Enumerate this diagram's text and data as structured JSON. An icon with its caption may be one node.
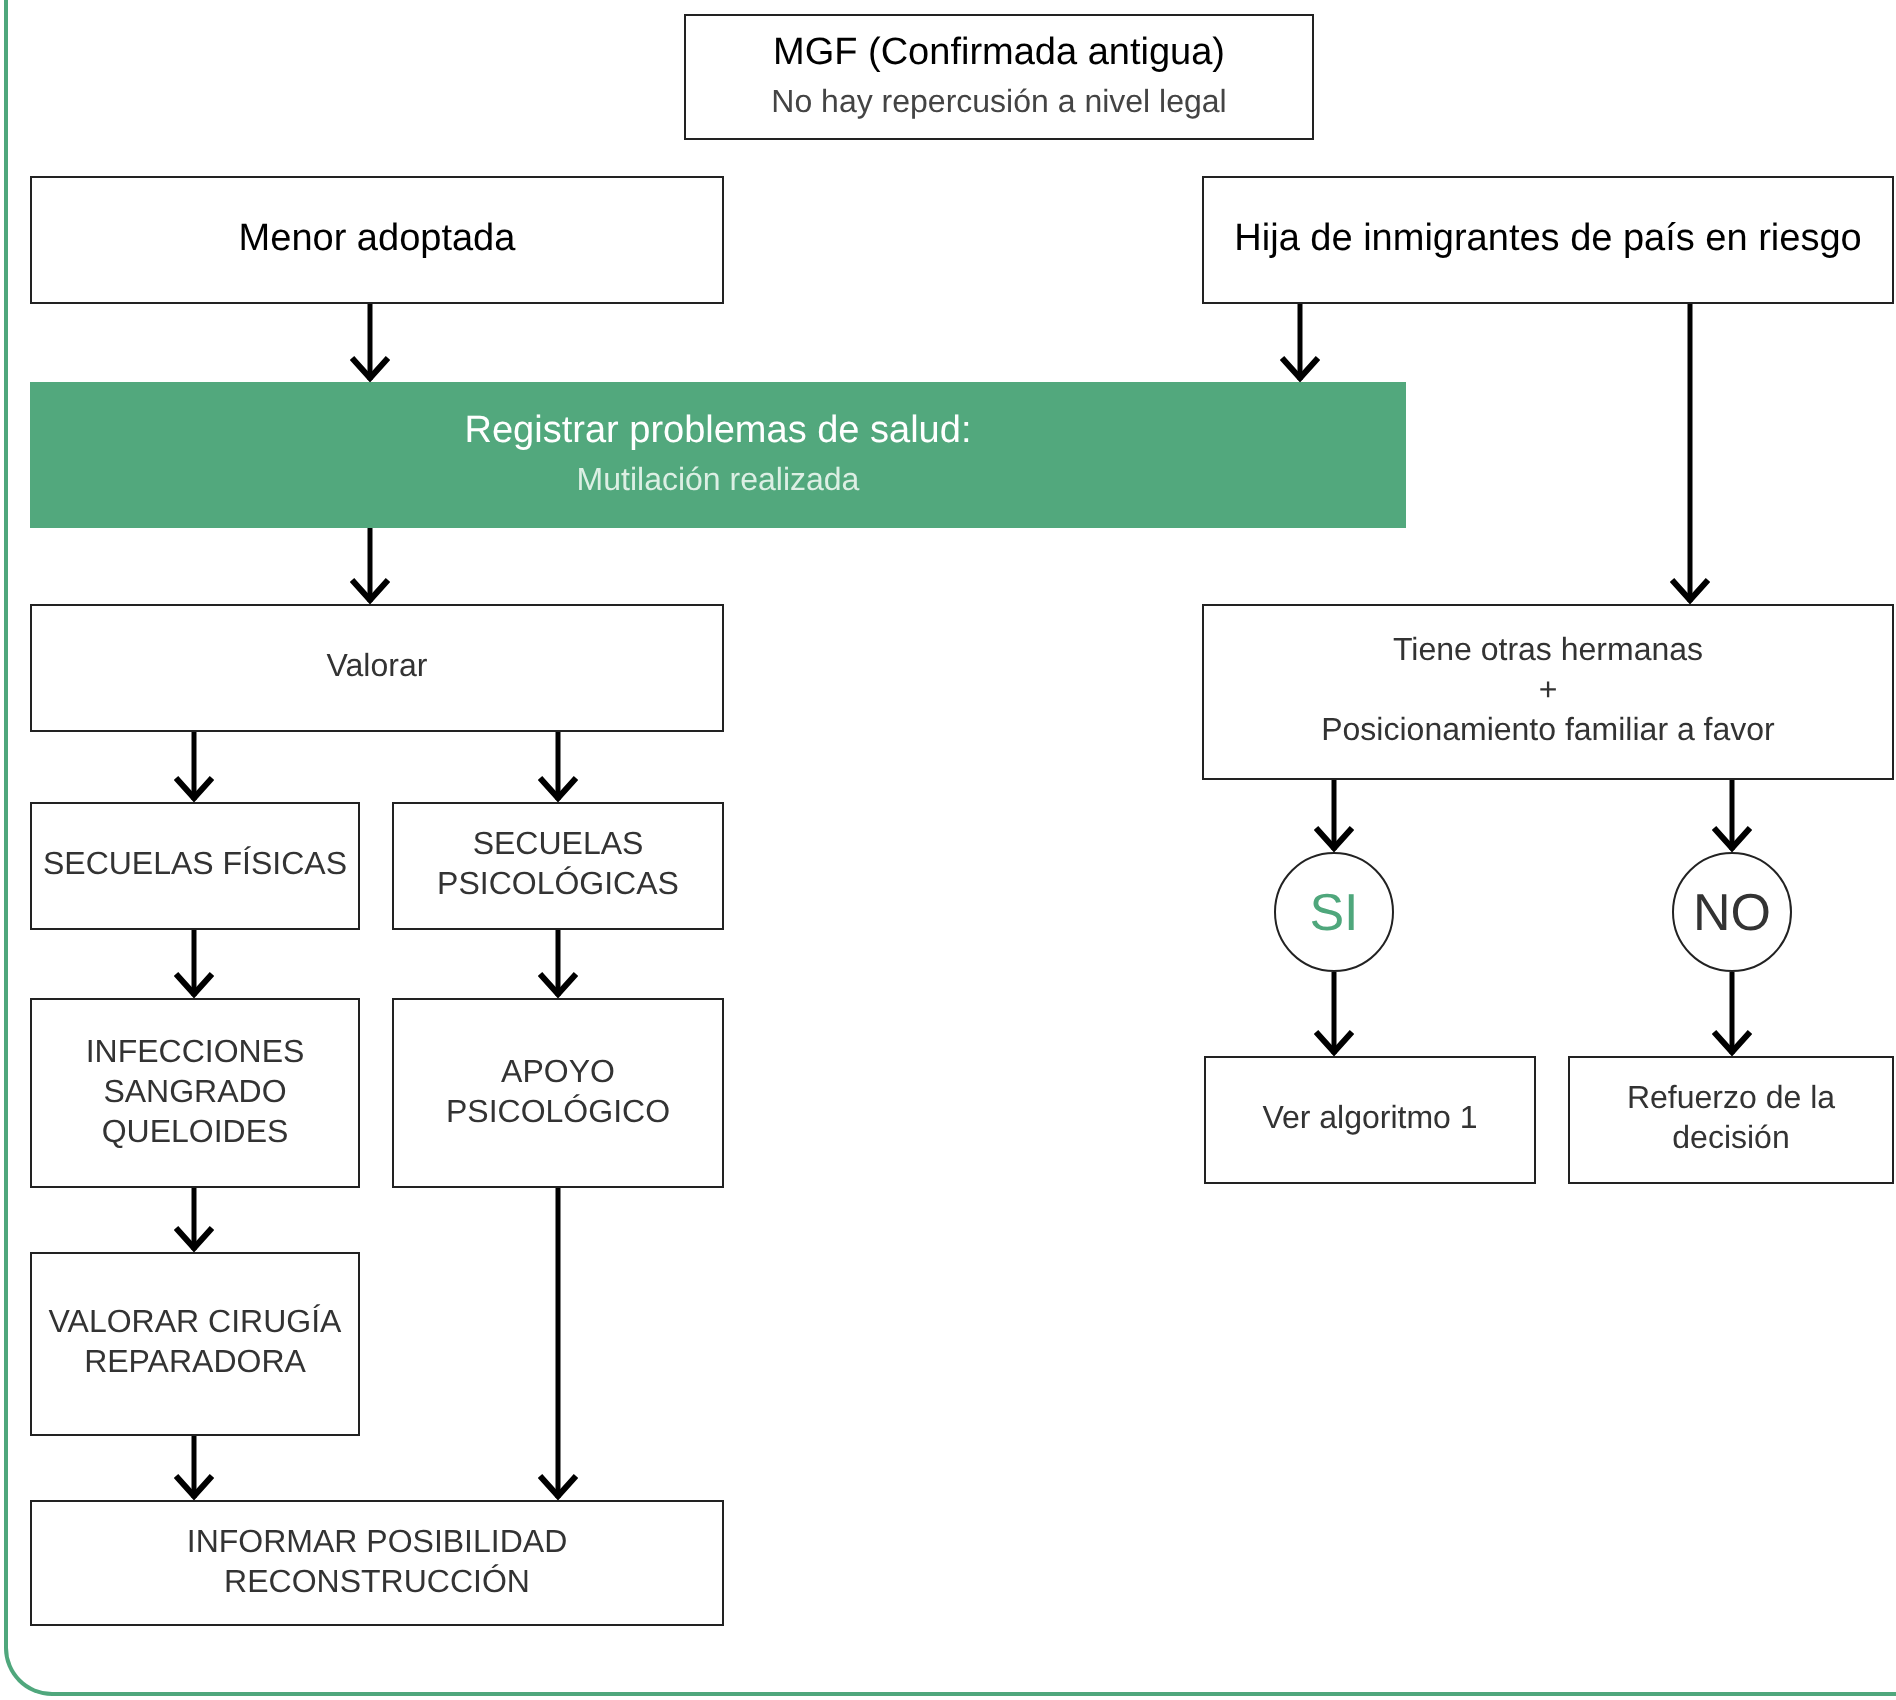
{
  "diagram": {
    "nodes": [
      {
        "text": [
          "MGF (Confirmada antigua)",
          "No hay repercusión a nivel legal"
        ]
      },
      {
        "text": [
          "Menor adoptada"
        ]
      },
      {
        "text": [
          "Hija de inmigrantes de país en riesgo"
        ]
      },
      {
        "text": [
          "Registrar problemas de salud:",
          "Mutilación realizada"
        ]
      },
      {
        "text": [
          "Valorar"
        ]
      },
      {
        "text": [
          "Tiene otras hermanas",
          "+",
          "Posicionamiento familiar a favor"
        ]
      },
      {
        "text": [
          "SECUELAS FÍSICAS"
        ]
      },
      {
        "text": [
          "SECUELAS PSICOLÓGICAS"
        ]
      },
      {
        "text": [
          "SI"
        ]
      },
      {
        "text": [
          "NO"
        ]
      },
      {
        "text": [
          "INFECCIONES SANGRADO QUELOIDES"
        ]
      },
      {
        "text": [
          "APOYO PSICOLÓGICO"
        ]
      },
      {
        "text": [
          "Ver algoritmo 1"
        ]
      },
      {
        "text": [
          "Refuerzo de la decisión"
        ]
      },
      {
        "text": [
          "VALORAR CIRUGÍA REPARADORA"
        ]
      },
      {
        "text": [
          "INFORMAR POSIBILIDAD RECONSTRUCCIÓN"
        ]
      }
    ],
    "edges": [
      {
        "from": 1,
        "to": 3,
        "arrow": "to"
      },
      {
        "from": 2,
        "to": 3,
        "arrow": "to"
      },
      {
        "from": 2,
        "to": 5,
        "arrow": "to"
      },
      {
        "from": 3,
        "to": 4,
        "arrow": "to"
      },
      {
        "from": 4,
        "to": 6,
        "arrow": "to"
      },
      {
        "from": 4,
        "to": 7,
        "arrow": "to"
      },
      {
        "from": 6,
        "to": 10,
        "arrow": "to"
      },
      {
        "from": 7,
        "to": 11,
        "arrow": "to"
      },
      {
        "from": 10,
        "to": 14,
        "arrow": "to"
      },
      {
        "from": 14,
        "to": 15,
        "arrow": "to"
      },
      {
        "from": 11,
        "to": 15,
        "arrow": "to"
      },
      {
        "from": 5,
        "to": 8,
        "arrow": "to"
      },
      {
        "from": 5,
        "to": 9,
        "arrow": "to"
      },
      {
        "from": 8,
        "to": 12,
        "arrow": "to"
      },
      {
        "from": 9,
        "to": 13,
        "arrow": "to"
      }
    ]
  }
}
